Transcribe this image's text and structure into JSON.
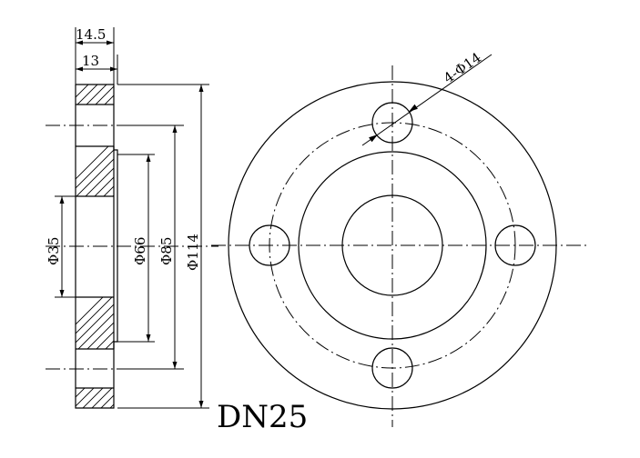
{
  "drawing": {
    "title": "DN25",
    "dimensions": {
      "overall_thickness": "14.5",
      "flange_thickness": "13",
      "bore_diameter": "Φ35",
      "raised_face_diameter": "Φ66",
      "bolt_circle_diameter": "Φ85",
      "outer_diameter": "Φ114",
      "bolt_holes": "4-Φ14"
    }
  }
}
